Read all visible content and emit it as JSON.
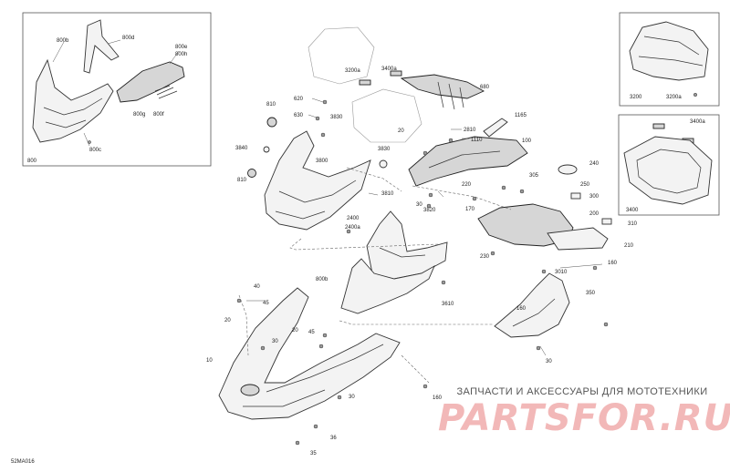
{
  "document": {
    "code": "52MA016"
  },
  "watermark": {
    "caption": "ЗАПЧАСТИ И АКСЕССУАРЫ ДЛЯ МОТОТЕХНИКИ",
    "logo": "PARTSFOR.RU",
    "color": "#f2b8b8"
  },
  "callouts": [
    {
      "text": "800b"
    },
    {
      "text": "800d"
    },
    {
      "text": "800e"
    },
    {
      "text": "800h"
    },
    {
      "text": "800g"
    },
    {
      "text": "800f"
    },
    {
      "text": "800c"
    },
    {
      "text": "800"
    },
    {
      "text": "3200a"
    },
    {
      "text": "3400a"
    },
    {
      "text": "680"
    },
    {
      "text": "620"
    },
    {
      "text": "630"
    },
    {
      "text": "3830"
    },
    {
      "text": "810"
    },
    {
      "text": "1165"
    },
    {
      "text": "2810"
    },
    {
      "text": "1110"
    },
    {
      "text": "20"
    },
    {
      "text": "3830"
    },
    {
      "text": "100"
    },
    {
      "text": "3840"
    },
    {
      "text": "3800"
    },
    {
      "text": "810"
    },
    {
      "text": "3810"
    },
    {
      "text": "220"
    },
    {
      "text": "305"
    },
    {
      "text": "240"
    },
    {
      "text": "250"
    },
    {
      "text": "300"
    },
    {
      "text": "200"
    },
    {
      "text": "30"
    },
    {
      "text": "3820"
    },
    {
      "text": "170"
    },
    {
      "text": "2400"
    },
    {
      "text": "2400a"
    },
    {
      "text": "310"
    },
    {
      "text": "210"
    },
    {
      "text": "230"
    },
    {
      "text": "160"
    },
    {
      "text": "3010"
    },
    {
      "text": "800b"
    },
    {
      "text": "3610"
    },
    {
      "text": "40"
    },
    {
      "text": "45"
    },
    {
      "text": "350"
    },
    {
      "text": "20"
    },
    {
      "text": "160"
    },
    {
      "text": "20"
    },
    {
      "text": "45"
    },
    {
      "text": "30"
    },
    {
      "text": "30"
    },
    {
      "text": "10"
    },
    {
      "text": "30"
    },
    {
      "text": "160"
    },
    {
      "text": "36"
    },
    {
      "text": "35"
    },
    {
      "text": "3200"
    },
    {
      "text": "3200a"
    },
    {
      "text": "3400a"
    },
    {
      "text": "3400"
    }
  ]
}
